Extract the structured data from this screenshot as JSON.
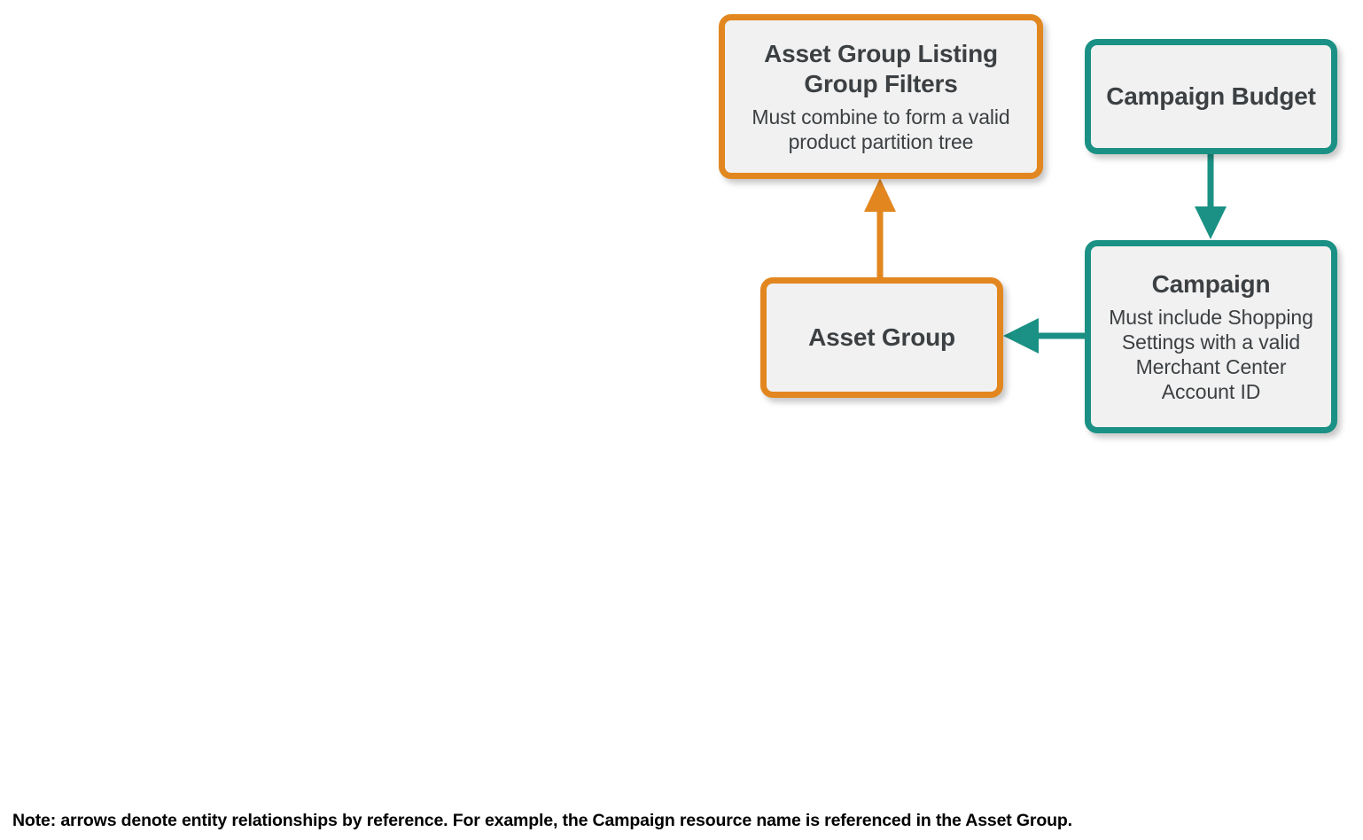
{
  "diagram": {
    "type": "entity-relationship",
    "colors": {
      "orange": "#E2871F",
      "teal": "#1A9184",
      "node_fill": "#F1F1F1",
      "text": "#3C4043",
      "note_text": "#000000",
      "background": "#FFFFFF"
    },
    "nodes": [
      {
        "id": "asset_group_listing_group_filters",
        "title": "Asset Group Listing Group Filters",
        "description": "Must combine to form a valid product partition tree",
        "color": "orange"
      },
      {
        "id": "campaign_budget",
        "title": "Campaign Budget",
        "description": "",
        "color": "teal"
      },
      {
        "id": "asset_group",
        "title": "Asset Group",
        "description": "",
        "color": "orange"
      },
      {
        "id": "campaign",
        "title": "Campaign",
        "description": "Must include Shopping Settings with a valid Merchant Center Account ID",
        "color": "teal"
      }
    ],
    "edges": [
      {
        "id": "asset-group-to-listing-group-filters",
        "from": "asset_group",
        "to": "asset_group_listing_group_filters",
        "direction": "up",
        "color": "orange"
      },
      {
        "id": "campaign-budget-to-campaign",
        "from": "campaign_budget",
        "to": "campaign",
        "direction": "down",
        "color": "teal"
      },
      {
        "id": "campaign-to-asset-group",
        "from": "campaign",
        "to": "asset_group",
        "direction": "left",
        "color": "teal"
      }
    ],
    "note": "Note: arrows denote entity relationships by reference. For example, the Campaign resource name is referenced in the Asset Group."
  }
}
